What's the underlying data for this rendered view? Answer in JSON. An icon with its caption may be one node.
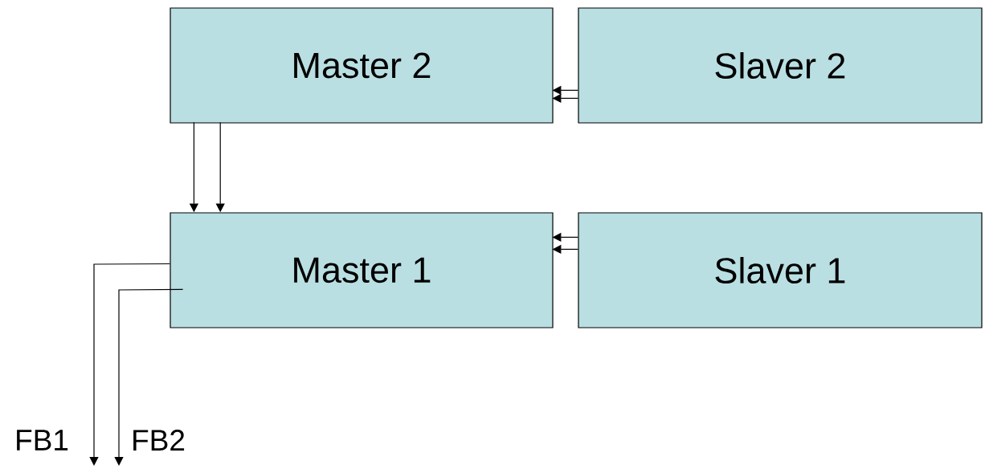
{
  "diagram": {
    "nodes": [
      {
        "text": [
          "Master 2"
        ]
      },
      {
        "text": [
          "Slaver 2"
        ]
      },
      {
        "text": [
          "Master 1"
        ]
      },
      {
        "text": [
          "Slaver 1"
        ]
      }
    ],
    "edges": [
      {
        "from": 1,
        "to": 0,
        "arrow": "to"
      },
      {
        "from": 1,
        "to": 0,
        "arrow": "to"
      },
      {
        "from": 0,
        "to": 2,
        "arrow": "to"
      },
      {
        "from": 0,
        "to": 2,
        "arrow": "to"
      },
      {
        "from": 3,
        "to": 2,
        "arrow": "to"
      },
      {
        "from": 3,
        "to": 2,
        "arrow": "to"
      },
      {
        "from": 2,
        "to": null,
        "arrow": "to",
        "label": "FB1"
      },
      {
        "from": 2,
        "to": null,
        "arrow": "to",
        "label": "FB2"
      }
    ]
  }
}
